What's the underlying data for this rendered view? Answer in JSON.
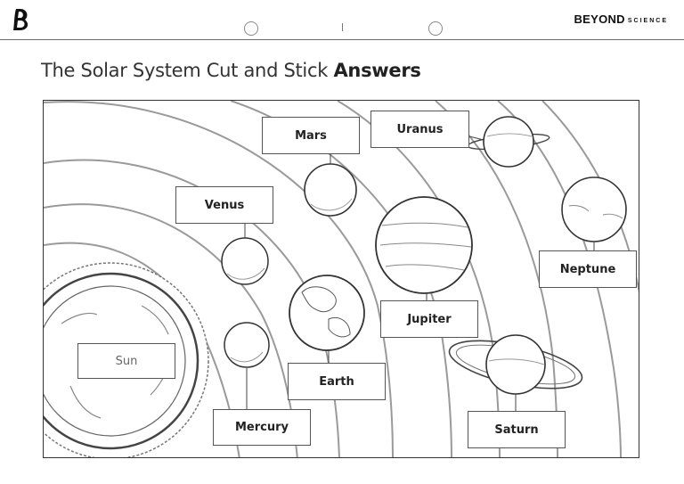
{
  "header": {
    "brand_main": "BEYOND",
    "brand_sub": "SCIENCE"
  },
  "page": {
    "title_main": "The Solar System Cut and Stick",
    "title_bold": "Answers"
  },
  "labels": {
    "sun": "Sun",
    "mercury": "Mercury",
    "venus": "Venus",
    "earth": "Earth",
    "mars": "Mars",
    "jupiter": "Jupiter",
    "saturn": "Saturn",
    "uranus": "Uranus",
    "neptune": "Neptune"
  },
  "icons": {
    "logo": "beyond-b-logo-icon"
  }
}
